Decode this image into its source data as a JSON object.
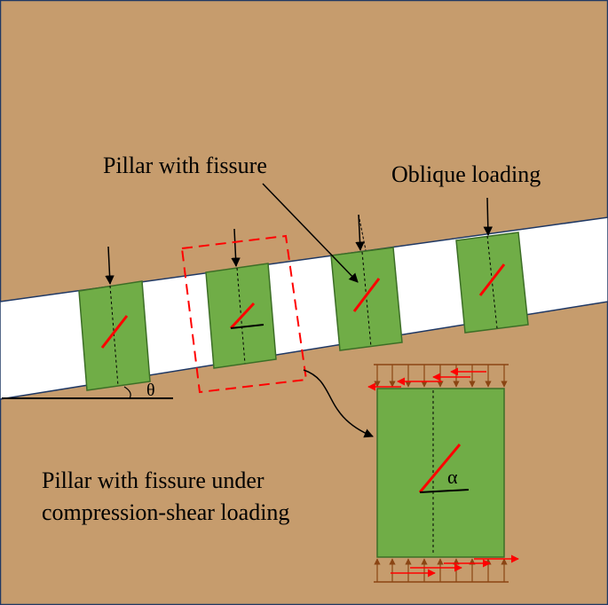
{
  "labels": {
    "fissure_pillar": "Pillar with fissure",
    "oblique_loading": "Oblique loading",
    "compression_shear_line1": "Pillar with fissure under",
    "compression_shear_line2": "compression-shear loading",
    "theta": "θ",
    "alpha": "α"
  },
  "colors": {
    "background": "#C69C6D",
    "seam_fill": "#FFFFFF",
    "pillar_fill": "#70AD47",
    "pillar_stroke": "#3C6E26",
    "fissure": "#FF0000",
    "highlight_box": "#FF0000",
    "normal_load": "#8B4513",
    "shear_load": "#FF0000",
    "frame": "#1F3864"
  },
  "icons": {
    "load_arrow": "arrow-down-icon",
    "pointer_arrow": "arrow-icon"
  }
}
